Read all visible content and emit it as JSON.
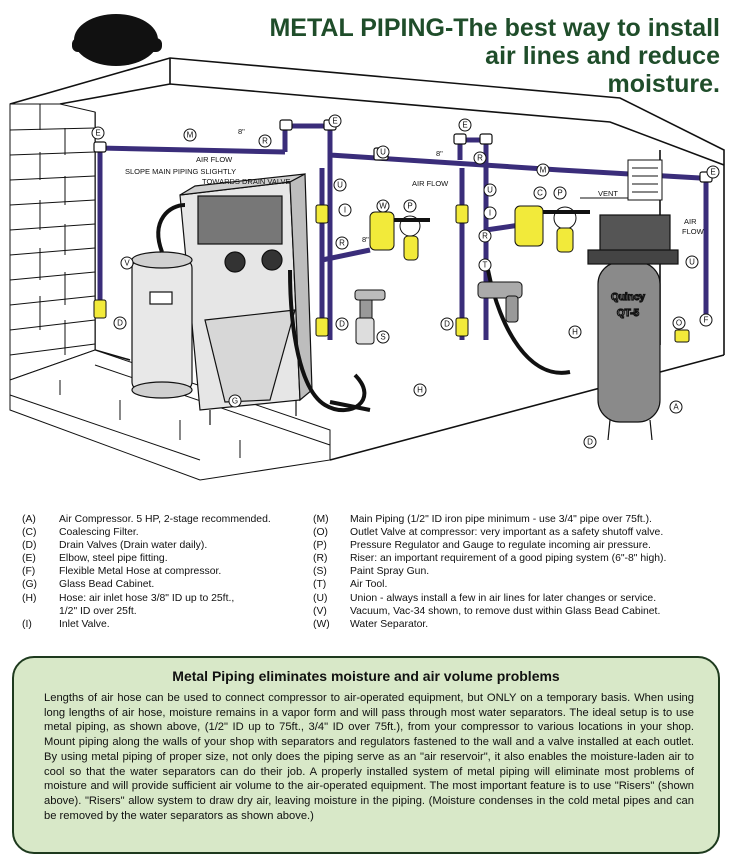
{
  "title": {
    "line1": "METAL PIPING-The best way to install",
    "line2": "air lines and reduce",
    "line3": "moisture."
  },
  "labels": {
    "air_flow_1": "AIR FLOW",
    "slope_1": "SLOPE MAIN PIPING SLIGHTLY",
    "slope_2": "TOWARDS DRAIN VALVE",
    "air_flow_2": "AIR FLOW",
    "air_flow_3": "AIR",
    "air_flow_4": "FLOW",
    "vent": "VENT",
    "eight_inch_1": "8\"",
    "eight_inch_2": "8\"",
    "eight_inch_3": "8\"",
    "compressor_brand": "Quincy",
    "compressor_model": "QT-5"
  },
  "legend": {
    "left": [
      {
        "code": "(A)",
        "text": "Air Compressor. 5 HP, 2-stage recommended."
      },
      {
        "code": "(C)",
        "text": "Coalescing Filter."
      },
      {
        "code": "(D)",
        "text": "Drain Valves (Drain water daily)."
      },
      {
        "code": "(E)",
        "text": "Elbow, steel pipe fitting."
      },
      {
        "code": "(F)",
        "text": "Flexible Metal Hose at compressor."
      },
      {
        "code": "(G)",
        "text": "Glass Bead Cabinet."
      },
      {
        "code": "(H)",
        "text": "Hose: air inlet hose 3/8\" ID up to 25ft.,"
      },
      {
        "code": "",
        "text": "1/2\" ID over 25ft."
      },
      {
        "code": "(I)",
        "text": "Inlet Valve."
      }
    ],
    "right": [
      {
        "code": "(M)",
        "text": "Main Piping (1/2\" ID iron pipe minimum - use 3/4\" pipe over 75ft.)."
      },
      {
        "code": "(O)",
        "text": "Outlet Valve at compressor: very important as a safety shutoff valve."
      },
      {
        "code": "(P)",
        "text": "Pressure Regulator and Gauge to regulate incoming air pressure."
      },
      {
        "code": "(R)",
        "text": "Riser: an important requirement of a good piping system (6\"-8\" high)."
      },
      {
        "code": "(S)",
        "text": "Paint Spray Gun."
      },
      {
        "code": "(T)",
        "text": "Air Tool."
      },
      {
        "code": "(U)",
        "text": "Union - always install a few in air lines for later changes or service."
      },
      {
        "code": "(V)",
        "text": "Vacuum, Vac-34 shown, to remove dust within Glass Bead Cabinet."
      },
      {
        "code": "(W)",
        "text": "Water Separator."
      }
    ]
  },
  "info": {
    "heading": "Metal Piping eliminates moisture and air volume problems",
    "body": "Lengths of air hose can be used to connect compressor to air-operated equipment, but ONLY on a temporary basis. When using long lengths of air hose, moisture remains in a vapor form and will pass through most water separators. The ideal setup is to use metal piping, as shown above, (1/2\" ID up to 75ft., 3/4\" ID over 75ft.), from your compressor to various locations in your shop. Mount piping along the walls of your shop with separators and regulators fastened to the wall and a valve installed at each outlet. By using metal piping of proper size, not only does the piping serve as an \"air reservoir\", it also enables the moisture-laden air to cool so that the water separators can do their job. A properly installed system of metal piping will eliminate most problems of moisture and will provide sufficient air volume to the air-operated equipment. The most important feature is to use \"Risers\" (shown above). \"Risers\" allow system to draw dry air, leaving moisture in the piping. (Moisture condenses in the cold metal pipes and can be removed by the water separators as shown above.)"
  },
  "colors": {
    "pipe": "#3a2d7a",
    "title_green": "#1f4d2a",
    "box_fill": "#d8e8c8",
    "yellow": "#f2ea3a"
  }
}
